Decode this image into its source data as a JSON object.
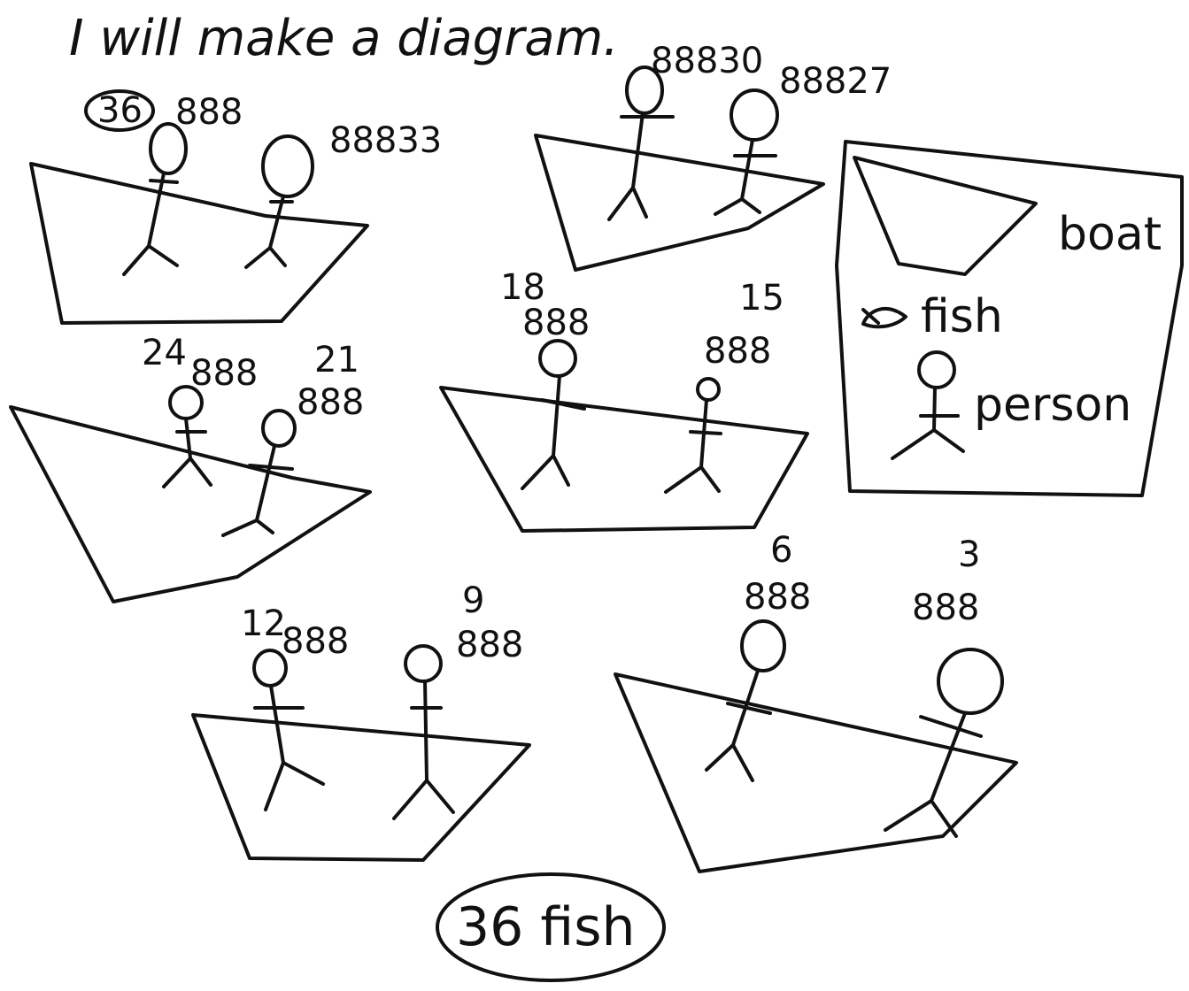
{
  "heading": "I will make a diagram.",
  "circled_total": "36",
  "fish_glyph": "888",
  "boats": [
    {
      "name": "boat-1",
      "people": [
        {
          "count": "36",
          "fish": "888"
        },
        {
          "count": "33",
          "fish": "888"
        }
      ]
    },
    {
      "name": "boat-2",
      "people": [
        {
          "count": "30",
          "fish": "888"
        },
        {
          "count": "27",
          "fish": "888"
        }
      ]
    },
    {
      "name": "boat-3",
      "people": [
        {
          "count": "24",
          "fish": "888"
        },
        {
          "count": "21",
          "fish": "888"
        }
      ]
    },
    {
      "name": "boat-4",
      "people": [
        {
          "count": "18",
          "fish": "888"
        },
        {
          "count": "15",
          "fish": "888"
        }
      ]
    },
    {
      "name": "boat-5",
      "people": [
        {
          "count": "12",
          "fish": "888"
        },
        {
          "count": "9",
          "fish": "888"
        }
      ]
    },
    {
      "name": "boat-6",
      "people": [
        {
          "count": "6",
          "fish": "888"
        },
        {
          "count": "3",
          "fish": "888"
        }
      ]
    }
  ],
  "labels": {
    "b1p2": "88833",
    "b2p1": "88830",
    "b2p2": "88827",
    "b3p1_count": "24",
    "b3p1_fish": "888",
    "b3p2_count": "21",
    "b3p2_fish": "888",
    "b4p1_count": "18",
    "b4p1_fish": "888",
    "b4p2_count": "15",
    "b4p2_fish": "888",
    "b5p1_count": "12",
    "b5p1_fish": "888",
    "b5p2_count": "9",
    "b5p2_fish": "888",
    "b6p1_count": "6",
    "b6p1_fish": "888",
    "b6p2_count": "3",
    "b6p2_fish": "888"
  },
  "legend": {
    "boat_label": "boat",
    "fish_label": "fish",
    "person_label": "person"
  },
  "answer": "36 fish"
}
